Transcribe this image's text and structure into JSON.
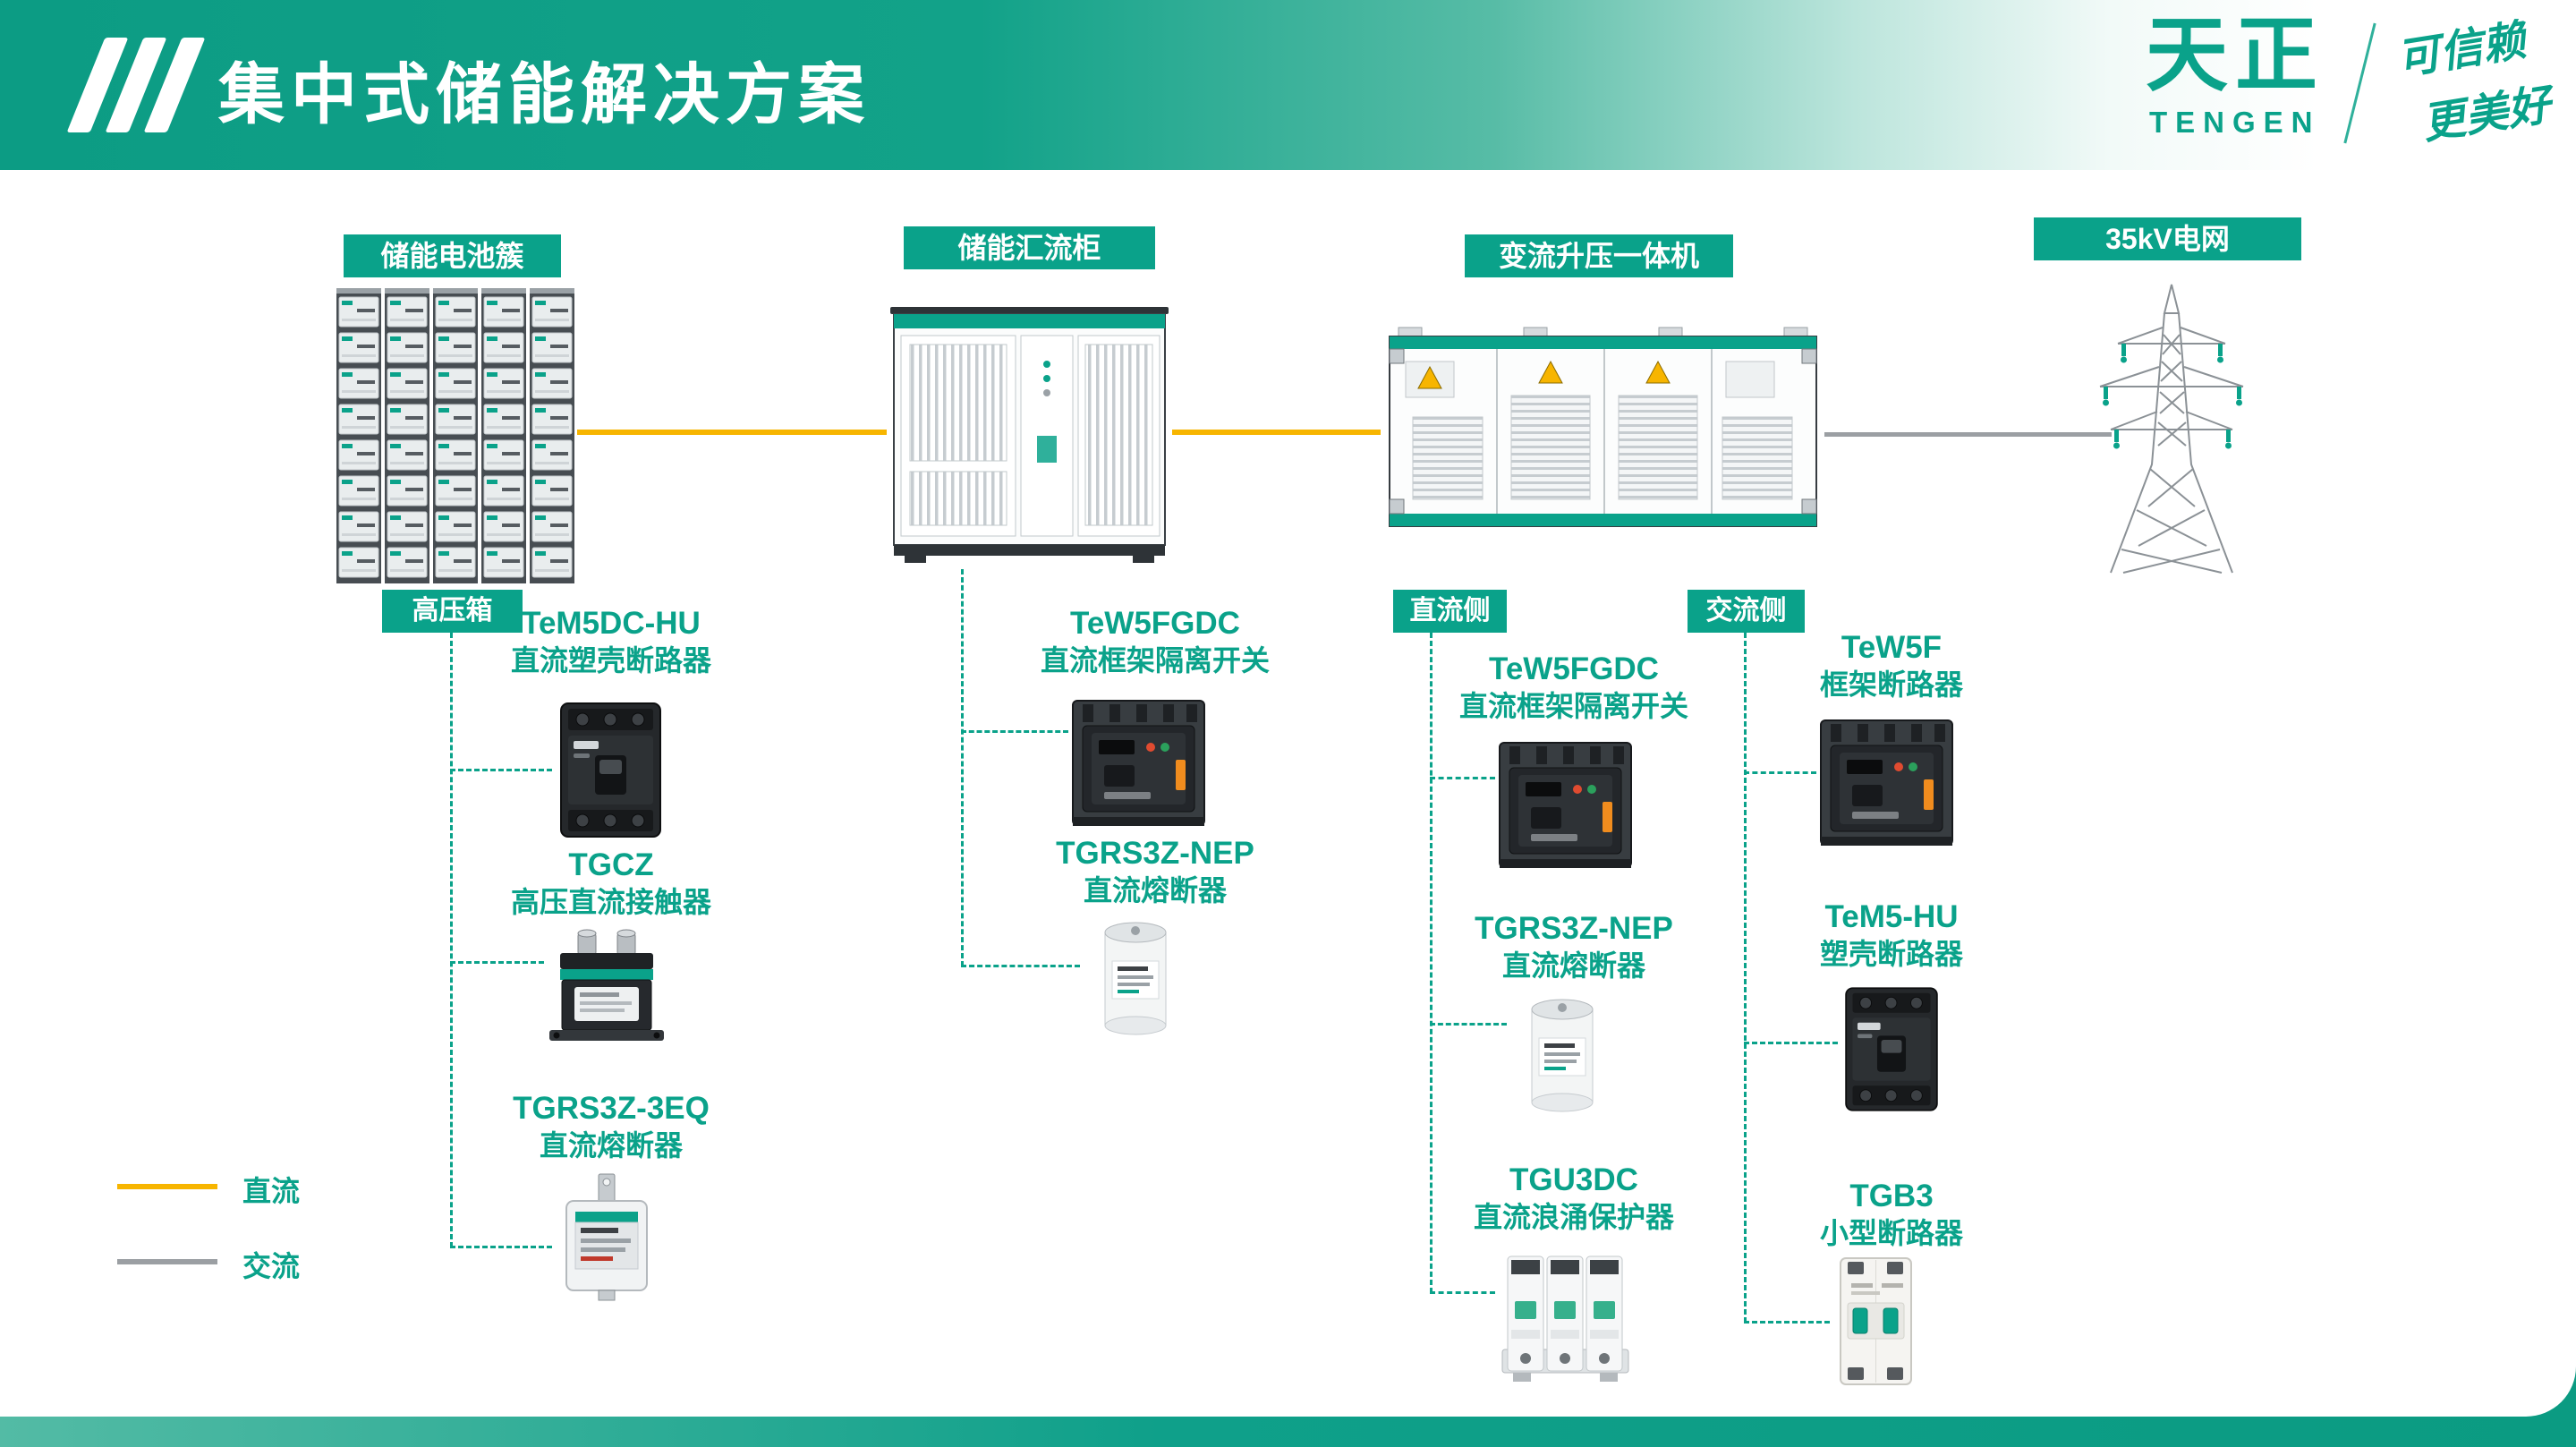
{
  "page": {
    "title": "集中式储能解决方案"
  },
  "brand": {
    "logo_cn": "天正",
    "logo_en": "TENGEN",
    "slogan_line1": "可信赖",
    "slogan_line2": "更美好"
  },
  "flow_nodes": [
    {
      "label": "储能电池簇",
      "icon": "battery-rack-illustration"
    },
    {
      "label": "储能汇流柜",
      "icon": "combiner-cabinet-illustration"
    },
    {
      "label": "变流升压一体机",
      "icon": "converter-station-illustration"
    },
    {
      "label": "35kV电网",
      "icon": "transmission-tower-icon"
    }
  ],
  "group_labels": {
    "battery_sub": "高压箱",
    "dc_side": "直流侧",
    "ac_side": "交流侧"
  },
  "products": {
    "battery_column": [
      {
        "model": "TeM5DC-HU",
        "desc": "直流塑壳断路器",
        "icon": "mccb-illustration"
      },
      {
        "model": "TGCZ",
        "desc": "高压直流接触器",
        "icon": "dc-contactor-illustration"
      },
      {
        "model": "TGRS3Z-3EQ",
        "desc": "直流熔断器",
        "icon": "nh-fuse-illustration"
      }
    ],
    "combiner_column": [
      {
        "model": "TeW5FGDC",
        "desc": "直流框架隔离开关",
        "icon": "frame-breaker-illustration"
      },
      {
        "model": "TGRS3Z-NEP",
        "desc": "直流熔断器",
        "icon": "cylindrical-fuse-illustration"
      }
    ],
    "dc_side_column": [
      {
        "model": "TeW5FGDC",
        "desc": "直流框架隔离开关",
        "icon": "frame-breaker-illustration"
      },
      {
        "model": "TGRS3Z-NEP",
        "desc": "直流熔断器",
        "icon": "cylindrical-fuse-illustration"
      },
      {
        "model": "TGU3DC",
        "desc": "直流浪涌保护器",
        "icon": "spd-illustration"
      }
    ],
    "ac_side_column": [
      {
        "model": "TeW5F",
        "desc": "框架断路器",
        "icon": "frame-breaker-illustration"
      },
      {
        "model": "TeM5-HU",
        "desc": "塑壳断路器",
        "icon": "mccb-illustration"
      },
      {
        "model": "TGB3",
        "desc": "小型断路器",
        "icon": "mcb-illustration"
      }
    ]
  },
  "legend": [
    {
      "label": "直流",
      "color": "#F7B500"
    },
    {
      "label": "交流",
      "color": "#9B9FA3"
    }
  ],
  "colors": {
    "brand_teal": "#0AA28A",
    "header_gradient_start": "#0C9C84",
    "dc_line": "#F7B500",
    "ac_line": "#9B9FA3"
  }
}
